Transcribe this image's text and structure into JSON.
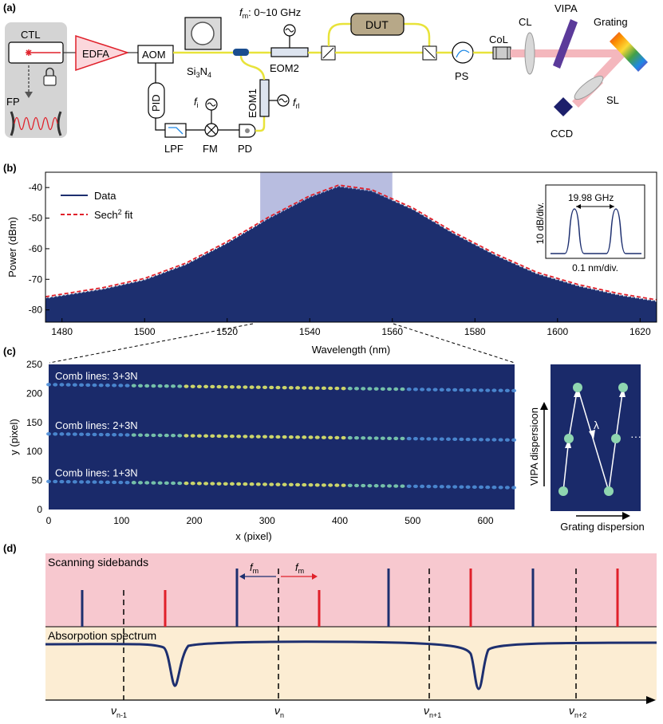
{
  "panels": {
    "a": "(a)",
    "b": "(b)",
    "c": "(c)",
    "d": "(d)"
  },
  "setup": {
    "ctl": "CTL",
    "fp": "FP",
    "edfa": "EDFA",
    "aom": "AOM",
    "si3n4": "Si",
    "si3n4_sub3": "3",
    "si3n4_n": "N",
    "si3n4_sub4": "4",
    "fm_label": "f",
    "fm_sub": "m",
    "fm_range": ": 0~10 GHz",
    "dut": "DUT",
    "eom2": "EOM2",
    "eom1": "EOM1",
    "ps": "PS",
    "col": "CoL",
    "cl": "CL",
    "vipa": "VIPA",
    "grating": "Grating",
    "sl": "SL",
    "ccd": "CCD",
    "pid": "PID",
    "lpf": "LPF",
    "fm_mixer": "FM",
    "pd": "PD",
    "fi": "f",
    "fi_sub": "i",
    "frl": "f",
    "frl_sub": "rl"
  },
  "spectrum": {
    "ylabel": "Power (dBm)",
    "xlabel": "Wavelength (nm)",
    "legend_data": "Data",
    "legend_fit": "Sech",
    "legend_fit_sup": "2",
    "legend_fit_tail": " fit",
    "inset_spacing": "19.98 GHz",
    "inset_ylabel": "10 dB/div.",
    "inset_xlabel": "0.1 nm/div."
  },
  "chart_data": [
    {
      "type": "line",
      "title": "",
      "xlabel": "Wavelength (nm)",
      "ylabel": "Power (dBm)",
      "xlim": [
        1476,
        1624
      ],
      "ylim": [
        -84,
        -35
      ],
      "xticks": [
        1480,
        1500,
        1520,
        1540,
        1560,
        1580,
        1600,
        1620
      ],
      "yticks": [
        -40,
        -50,
        -60,
        -70,
        -80
      ],
      "highlight_range": [
        1528,
        1560
      ],
      "series": [
        {
          "name": "Data",
          "color": "#1d2f6f",
          "envelope_x": [
            1476,
            1490,
            1500,
            1510,
            1520,
            1530,
            1540,
            1547,
            1555,
            1565,
            1575,
            1585,
            1595,
            1605,
            1615,
            1624
          ],
          "envelope_y": [
            -76,
            -73,
            -70,
            -65,
            -58,
            -50,
            -43,
            -39.5,
            -41,
            -47,
            -55,
            -62,
            -68,
            -72,
            -75,
            -77
          ]
        },
        {
          "name": "Sech² fit",
          "color": "#e0202a",
          "style": "dashed"
        }
      ],
      "grid": false,
      "legend": "top-left"
    },
    {
      "type": "heatmap",
      "xlabel": "x (pixel)",
      "ylabel": "y (pixel)",
      "xlim": [
        0,
        640
      ],
      "ylim": [
        0,
        250
      ],
      "xticks": [
        0,
        100,
        200,
        300,
        400,
        500,
        600
      ],
      "yticks": [
        0,
        50,
        100,
        150,
        200,
        250
      ],
      "rows": [
        {
          "label": "Comb lines: 3+3N",
          "y": 210
        },
        {
          "label": "Comb lines: 2+3N",
          "y": 125
        },
        {
          "label": "Comb lines: 1+3N",
          "y": 43
        }
      ]
    }
  ],
  "dispersion": {
    "ylabel": "VIPA dispersioon",
    "xlabel": "Grating dispersion",
    "lambda": "λ",
    "ellipsis": "···"
  },
  "scan": {
    "sidebands": "Scanning sidebands",
    "absorption": "Absorpotion spectrum",
    "fm": "f",
    "fm_sub": "m",
    "nu": "ν",
    "nu_labels": [
      "n-1",
      "n",
      "n+1",
      "n+2"
    ]
  },
  "colors": {
    "navy": "#1d2f6f",
    "red_line": "#e0202a",
    "pink_bg": "#f7c8cf",
    "cream_bg": "#fcedd3",
    "fiber": "#e8e33a",
    "highlight": "#b8bde0",
    "dut": "#b7a888",
    "vipa": "#5b3a9a",
    "ccd": "#1c1f6b"
  }
}
